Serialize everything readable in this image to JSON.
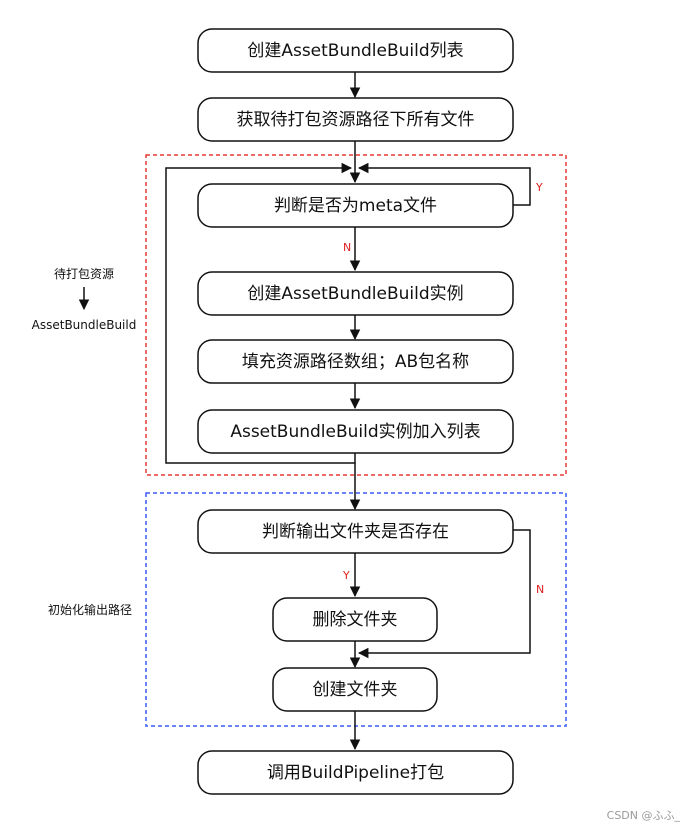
{
  "nodes": {
    "create_list": "创建AssetBundleBuild列表",
    "get_files": "获取待打包资源路径下所有文件",
    "is_meta": "判断是否为meta文件",
    "create_instance": "创建AssetBundleBuild实例",
    "fill_paths": "填充资源路径数组；AB包名称",
    "add_to_list": "AssetBundleBuild实例加入列表",
    "output_exists": "判断输出文件夹是否存在",
    "delete_folder": "删除文件夹",
    "create_folder": "创建文件夹",
    "call_pipeline": "调用BuildPipeline打包"
  },
  "conditions": {
    "meta_yes": "Y",
    "meta_no": "N",
    "exists_yes": "Y",
    "exists_no": "N"
  },
  "groups": {
    "loop_label_top": "待打包资源",
    "loop_label_bottom": "AssetBundleBuild",
    "init_label": "初始化输出路径"
  },
  "colors": {
    "loop_border": "#e53935",
    "init_border": "#3d5afe",
    "node_border": "#111111",
    "condition_label": "#e02020"
  },
  "watermark": "CSDN @ふふ_"
}
